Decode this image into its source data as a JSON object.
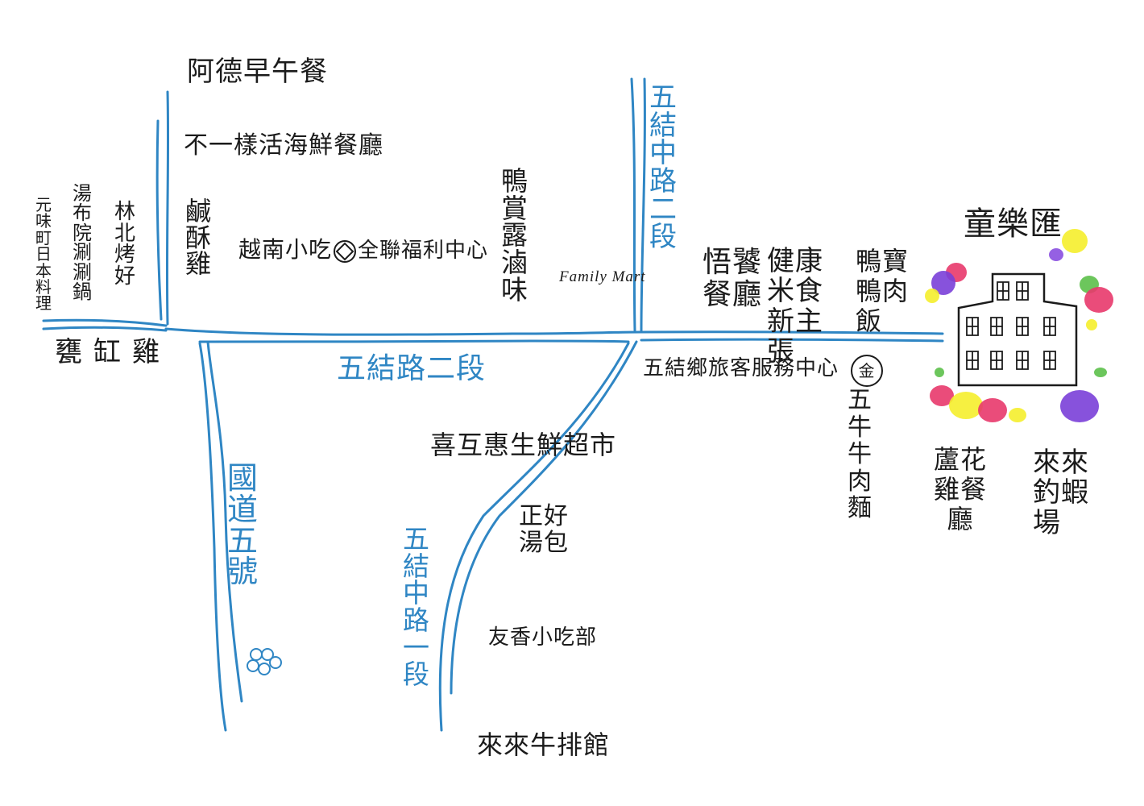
{
  "colors": {
    "road": "#2f86c4",
    "ink": "#1b1b1b",
    "background": "#ffffff"
  },
  "roads": {
    "wujie_rd_sec2": "五結路二段",
    "wujie_zhong_rd_sec2": "五結中路二段",
    "wujie_zhong_rd_sec1": "五結中路一段",
    "national_hwy_5": "國道五號"
  },
  "places": {
    "ade_breakfast": "阿德早午餐",
    "buyiyang_seafood": "不一樣活海鮮餐廳",
    "salty_chicken": "鹹酥雞",
    "vietnam_snack": "越南小吃",
    "pxmart": "全聯福利中心",
    "duck_stew": "鴨賞露滷味",
    "familymart": "Family Mart",
    "yuanweiting": "元味町日本料理",
    "tangbuyuan": "湯布院涮涮鍋",
    "linbei_bbq": "林北烤好",
    "urn_chicken": "甕缸雞",
    "wuyi_restaurant": "悟饕餐廳",
    "jiankang_zhang": "健康米食新主張",
    "yabao_rice": "鴨寶鴨肉飯",
    "playground": "童樂匯",
    "tourist_center": "五結鄉旅客服務中心",
    "beef_noodle": "五牛牛肉麵",
    "beef_noodle_logo": "金",
    "supermarket": "喜互惠生鮮超市",
    "tanggao": "正好湯包",
    "luhua_chicken": "蘆花雞餐廳",
    "fishing_shrimp": "來來釣蝦場",
    "youxiang": "友香小吃部",
    "steak": "來來牛排館"
  }
}
